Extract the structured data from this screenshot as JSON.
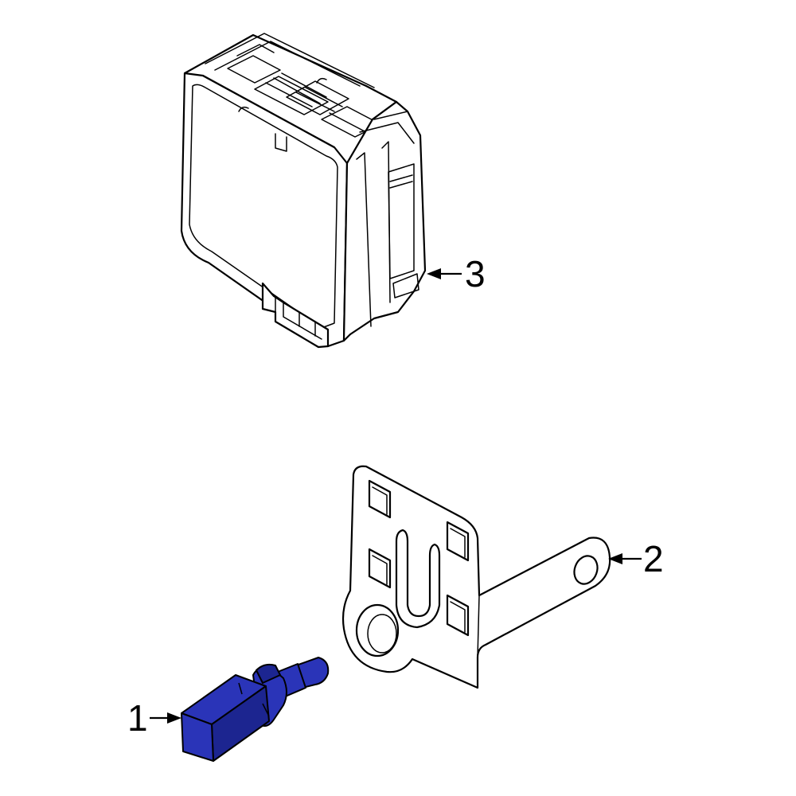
{
  "callouts": [
    {
      "id": "1",
      "label": "1"
    },
    {
      "id": "2",
      "label": "2"
    },
    {
      "id": "3",
      "label": "3"
    }
  ],
  "colors": {
    "highlight": "#2a34b8",
    "highlight_dark": "#1c2590",
    "line": "#000000",
    "background": "#ffffff"
  }
}
